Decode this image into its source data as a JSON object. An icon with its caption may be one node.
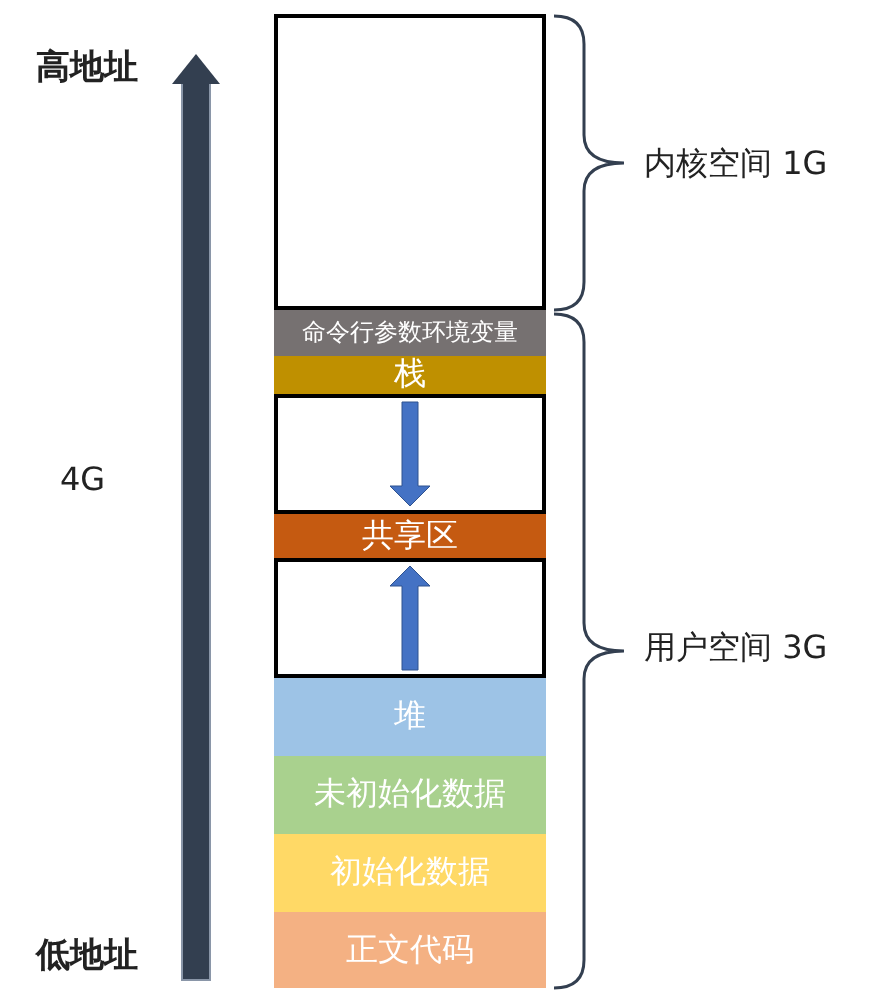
{
  "diagram": {
    "nodes": [
      {
        "text": [],
        "shape": "box"
      },
      {
        "text": [
          "命令行参数环境变量"
        ]
      },
      {
        "text": [
          "栈"
        ]
      },
      {
        "text": [],
        "shape": "box"
      },
      {
        "text": [
          "共享区"
        ]
      },
      {
        "text": [],
        "shape": "box"
      },
      {
        "text": [
          "堆"
        ]
      },
      {
        "text": [
          "未初始化数据"
        ]
      },
      {
        "text": [
          "初始化数据"
        ]
      },
      {
        "text": [
          "正文代码"
        ]
      }
    ],
    "edges": [],
    "labels": [
      "高地址",
      "内核空间 1G",
      "4G",
      "用户空间 3G",
      "低地址"
    ]
  }
}
